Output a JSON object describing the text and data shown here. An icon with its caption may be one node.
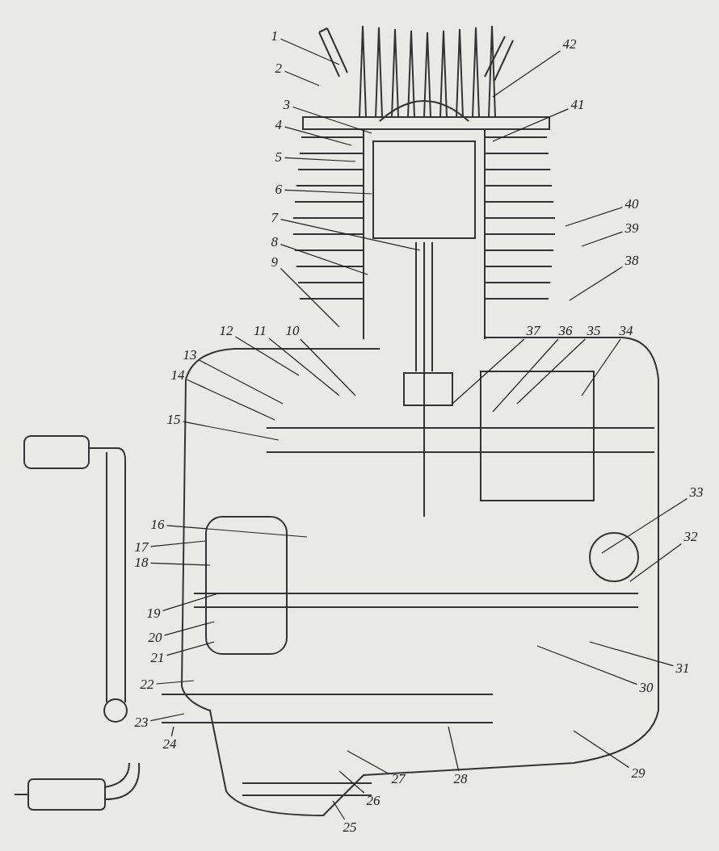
{
  "diagram": {
    "nodes": [
      {
        "text": [
          "1"
        ]
      },
      {
        "text": [
          "2"
        ]
      },
      {
        "text": [
          "3"
        ]
      },
      {
        "text": [
          "4"
        ]
      },
      {
        "text": [
          "5"
        ]
      },
      {
        "text": [
          "6"
        ]
      },
      {
        "text": [
          "7"
        ]
      },
      {
        "text": [
          "8"
        ]
      },
      {
        "text": [
          "9"
        ]
      },
      {
        "text": [
          "10"
        ]
      },
      {
        "text": [
          "11"
        ]
      },
      {
        "text": [
          "12"
        ]
      },
      {
        "text": [
          "13"
        ]
      },
      {
        "text": [
          "14"
        ]
      },
      {
        "text": [
          "15"
        ]
      },
      {
        "text": [
          "16"
        ]
      },
      {
        "text": [
          "17"
        ]
      },
      {
        "text": [
          "18"
        ]
      },
      {
        "text": [
          "19"
        ]
      },
      {
        "text": [
          "20"
        ]
      },
      {
        "text": [
          "21"
        ]
      },
      {
        "text": [
          "22"
        ]
      },
      {
        "text": [
          "23"
        ]
      },
      {
        "text": [
          "24"
        ]
      },
      {
        "text": [
          "25"
        ]
      },
      {
        "text": [
          "26"
        ]
      },
      {
        "text": [
          "27"
        ]
      },
      {
        "text": [
          "28"
        ]
      },
      {
        "text": [
          "29"
        ]
      },
      {
        "text": [
          "30"
        ]
      },
      {
        "text": [
          "31"
        ]
      },
      {
        "text": [
          "32"
        ]
      },
      {
        "text": [
          "33"
        ]
      },
      {
        "text": [
          "34"
        ]
      },
      {
        "text": [
          "35"
        ]
      },
      {
        "text": [
          "36"
        ]
      },
      {
        "text": [
          "37"
        ]
      },
      {
        "text": [
          "38"
        ]
      },
      {
        "text": [
          "39"
        ]
      },
      {
        "text": [
          "40"
        ]
      },
      {
        "text": [
          "41"
        ]
      },
      {
        "text": [
          "42"
        ]
      }
    ],
    "edges": [
      {
        "from": 0,
        "to": null,
        "arrow": "none"
      },
      {
        "from": 1,
        "to": null,
        "arrow": "none"
      },
      {
        "from": 2,
        "to": null,
        "arrow": "none"
      },
      {
        "from": 3,
        "to": null,
        "arrow": "none"
      },
      {
        "from": 4,
        "to": null,
        "arrow": "none"
      },
      {
        "from": 5,
        "to": null,
        "arrow": "none"
      },
      {
        "from": 6,
        "to": null,
        "arrow": "none"
      },
      {
        "from": 7,
        "to": null,
        "arrow": "none"
      },
      {
        "from": 8,
        "to": null,
        "arrow": "none"
      },
      {
        "from": 9,
        "to": null,
        "arrow": "none"
      },
      {
        "from": 10,
        "to": null,
        "arrow": "none"
      },
      {
        "from": 11,
        "to": null,
        "arrow": "none"
      },
      {
        "from": 12,
        "to": null,
        "arrow": "none"
      },
      {
        "from": 13,
        "to": null,
        "arrow": "none"
      },
      {
        "from": 14,
        "to": null,
        "arrow": "none"
      },
      {
        "from": 15,
        "to": null,
        "arrow": "none"
      },
      {
        "from": 16,
        "to": null,
        "arrow": "none"
      },
      {
        "from": 17,
        "to": null,
        "arrow": "none"
      },
      {
        "from": 18,
        "to": null,
        "arrow": "none"
      },
      {
        "from": 19,
        "to": null,
        "arrow": "none"
      },
      {
        "from": 20,
        "to": null,
        "arrow": "none"
      },
      {
        "from": 21,
        "to": null,
        "arrow": "none"
      },
      {
        "from": 22,
        "to": null,
        "arrow": "none"
      },
      {
        "from": 23,
        "to": null,
        "arrow": "none"
      },
      {
        "from": 24,
        "to": null,
        "arrow": "none"
      },
      {
        "from": 25,
        "to": null,
        "arrow": "none"
      },
      {
        "from": 26,
        "to": null,
        "arrow": "none"
      },
      {
        "from": 27,
        "to": null,
        "arrow": "none"
      },
      {
        "from": 28,
        "to": null,
        "arrow": "none"
      },
      {
        "from": 29,
        "to": null,
        "arrow": "none"
      },
      {
        "from": 30,
        "to": null,
        "arrow": "none"
      },
      {
        "from": 31,
        "to": null,
        "arrow": "none"
      },
      {
        "from": 32,
        "to": null,
        "arrow": "none"
      },
      {
        "from": 33,
        "to": null,
        "arrow": "none"
      },
      {
        "from": 34,
        "to": null,
        "arrow": "none"
      },
      {
        "from": 35,
        "to": null,
        "arrow": "none"
      },
      {
        "from": 36,
        "to": null,
        "arrow": "none"
      },
      {
        "from": 37,
        "to": null,
        "arrow": "none"
      },
      {
        "from": 38,
        "to": null,
        "arrow": "none"
      },
      {
        "from": 39,
        "to": null,
        "arrow": "none"
      },
      {
        "from": 40,
        "to": null,
        "arrow": "none"
      },
      {
        "from": 41,
        "to": null,
        "arrow": "none"
      }
    ]
  }
}
